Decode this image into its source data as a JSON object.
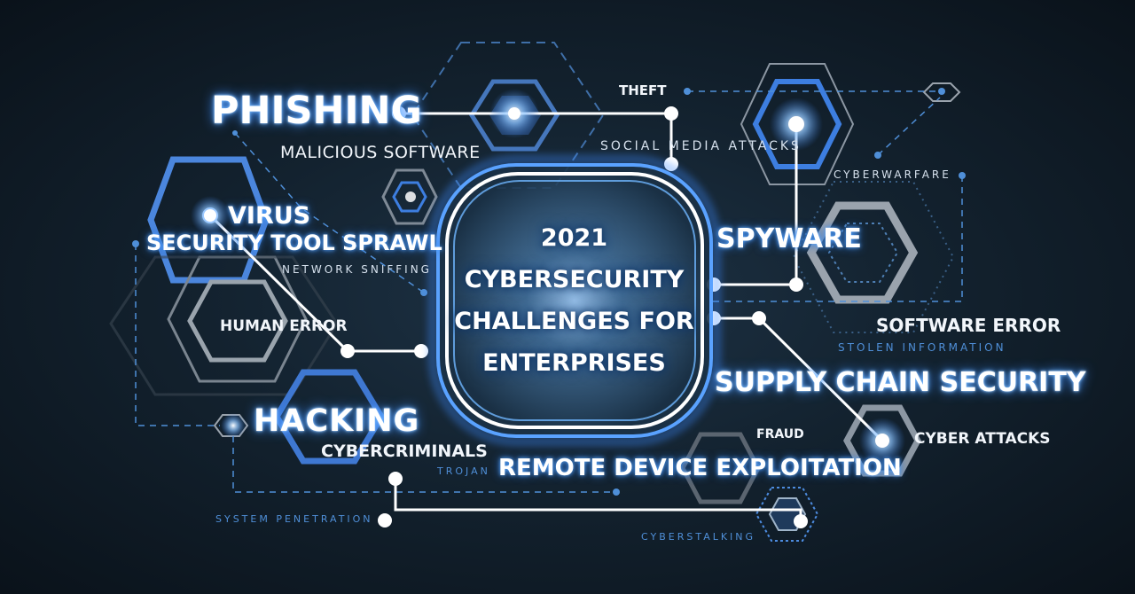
{
  "center_title": {
    "line1": "2021",
    "line2": "CYBERSECURITY",
    "line3": "CHALLENGES FOR",
    "line4": "ENTERPRISES"
  },
  "labels": {
    "phishing": "PHISHING",
    "malicious_software": "MALICIOUS SOFTWARE",
    "theft": "THEFT",
    "social_media_attacks": "SOCIAL MEDIA ATTACKS",
    "cyberwarfare": "CYBERWARFARE",
    "virus": "VIRUS",
    "security_tool_sprawl": "SECURITY TOOL SPRAWL",
    "network_sniffing": "NETWORK SNIFFING",
    "spyware": "SPYWARE",
    "human_error": "HUMAN ERROR",
    "software_error": "SOFTWARE ERROR",
    "stolen_information": "STOLEN INFORMATION",
    "supply_chain_security": "SUPPLY CHAIN SECURITY",
    "hacking": "HACKING",
    "fraud": "FRAUD",
    "cyber_attacks": "CYBER ATTACKS",
    "cybercriminals": "CYBERCRIMINALS",
    "trojan": "TROJAN",
    "remote_device_exploitation": "REMOTE DEVICE EXPLOITATION",
    "system_penetration": "SYSTEM PENETRATION",
    "cyberstalking": "CYBERSTALKING"
  },
  "colors": {
    "background": "#13222f",
    "accent_blue": "#4f8fd8",
    "glow_blue": "#3d8bff",
    "line_white": "#ffffff",
    "hex_gray": "#8c97a3"
  }
}
